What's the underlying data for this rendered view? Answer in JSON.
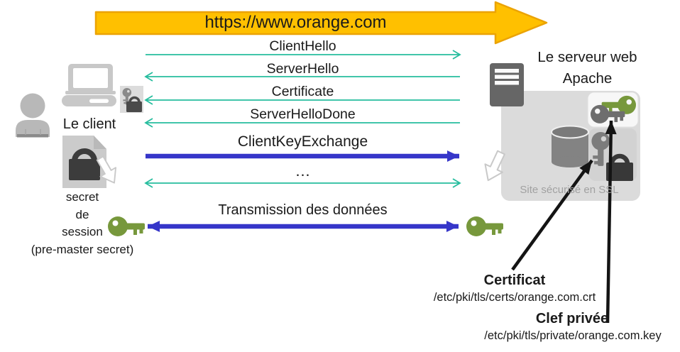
{
  "banner": {
    "url_label": "https://www.orange.com"
  },
  "client": {
    "label": "Le client",
    "secret_line1": "secret",
    "secret_line2": "de",
    "secret_line3": "session",
    "secret_line4": "(pre-master secret)"
  },
  "server": {
    "name_line1": "Le serveur web",
    "name_line2": "Apache",
    "ssl_caption": "Site sécurisé en SSL"
  },
  "handshake": {
    "client_hello": "ClientHello",
    "server_hello": "ServerHello",
    "certificate": "Certificate",
    "server_hello_done": "ServerHelloDone",
    "client_key_exchange": "ClientKeyExchange",
    "ellipsis": "…",
    "data_transmission": "Transmission des données"
  },
  "annotations": {
    "certificate_label": "Certificat",
    "certificate_path": "/etc/pki/tls/certs/orange.com.crt",
    "private_key_label": "Clef privée",
    "private_key_path": "/etc/pki/tls/private/orange.com.key"
  },
  "colors": {
    "banner_fill": "#FFC000",
    "banner_stroke": "#EBA304",
    "teal_arrow": "#26BD9E",
    "blue_arrow": "#3636C9",
    "key_green": "#77983C",
    "black": "#141414"
  }
}
